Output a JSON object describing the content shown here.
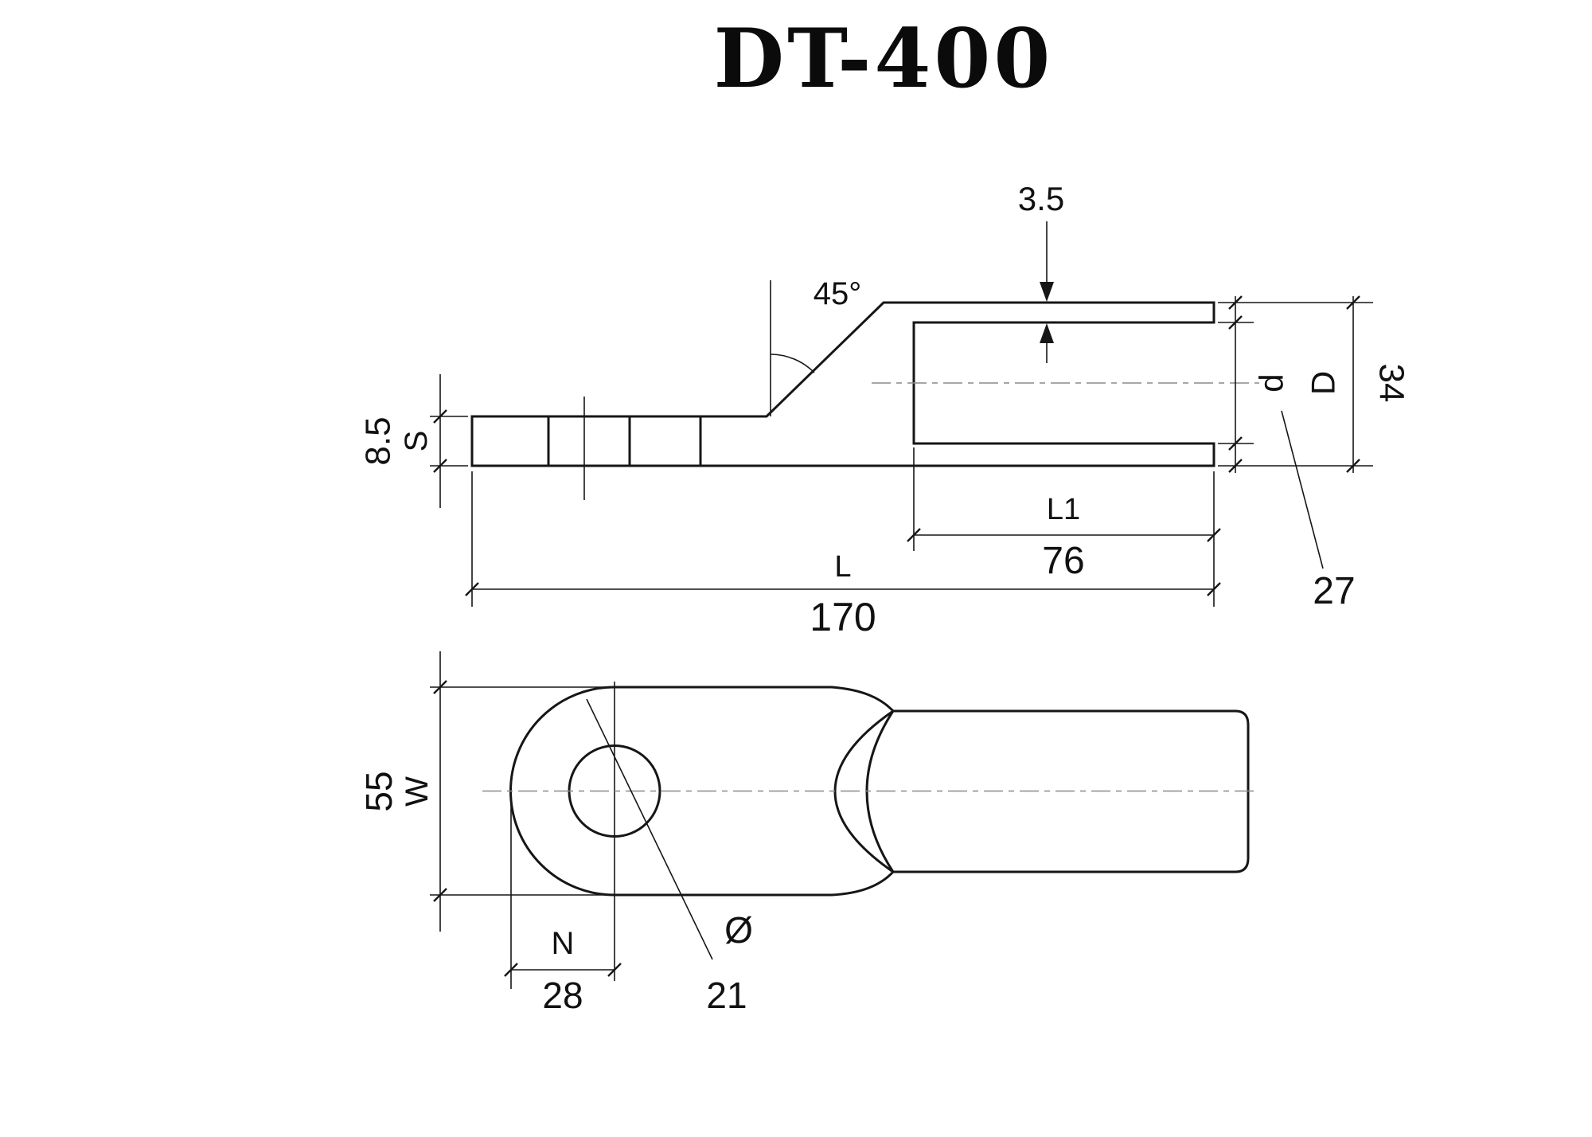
{
  "title": "DT-400",
  "side_view": {
    "angle": "45°",
    "wall_thickness": "3.5",
    "thickness_label": "S",
    "thickness_value": "8.5",
    "inner_dia_label": "d",
    "inner_dia_value": "27",
    "outer_dia_label": "D",
    "outer_dia_value": "34",
    "barrel_length_label": "L1",
    "barrel_length_value": "76",
    "total_length_label": "L",
    "total_length_value": "170"
  },
  "plan_view": {
    "width_label": "W",
    "width_value": "55",
    "offset_label": "N",
    "offset_value": "28",
    "hole_dia_symbol": "Ø",
    "hole_dia_value": "21"
  }
}
